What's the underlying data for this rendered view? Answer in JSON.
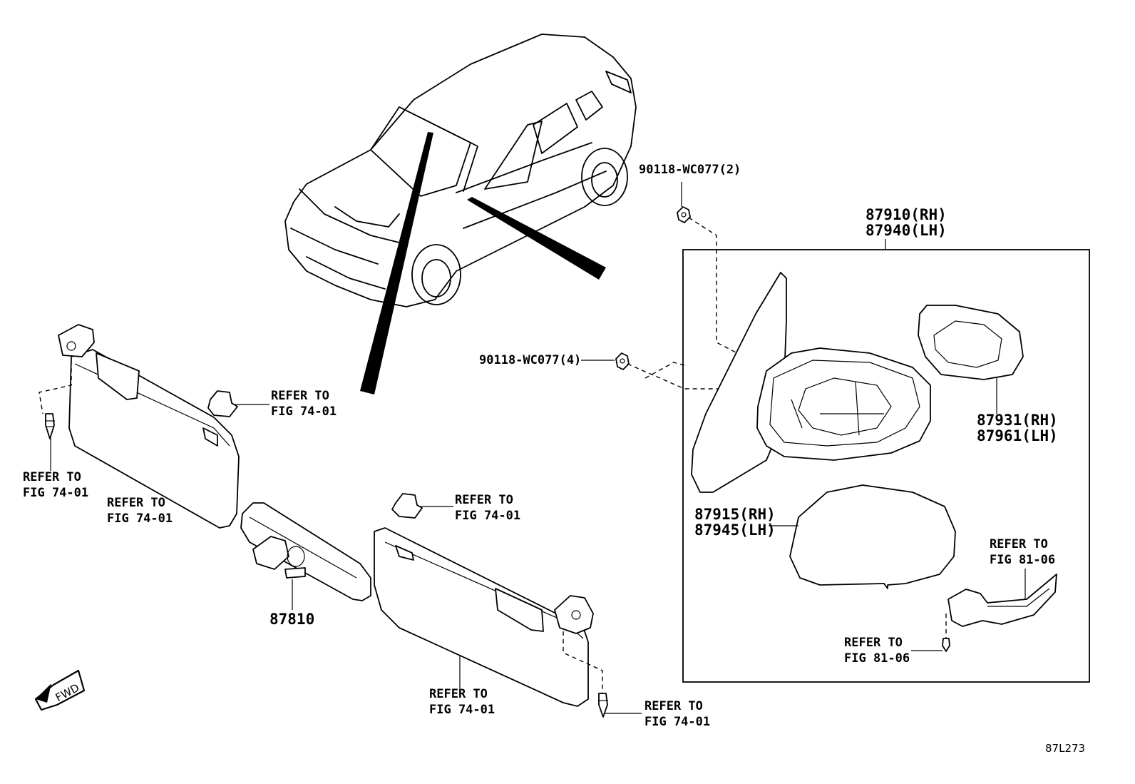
{
  "diagram": {
    "labels": {
      "nut_top": "90118-WC077(2)",
      "nut_mid": "90118-WC077(4)",
      "mirror_assy_rh": "87910(RH)",
      "mirror_assy_lh": "87940(LH)",
      "mirror_glass_rh": "87931(RH)",
      "mirror_glass_lh": "87961(LH)",
      "mirror_cover_rh": "87915(RH)",
      "mirror_cover_lh": "87945(LH)",
      "inner_mirror": "87810",
      "fwd": "FWD",
      "drawing_no": "87L273"
    },
    "refs": {
      "clip_left_1": "REFER TO",
      "clip_left_2": "FIG 74-01",
      "screw_left_1": "REFER TO",
      "screw_left_2": "FIG 74-01",
      "visor_left_1": "REFER TO",
      "visor_left_2": "FIG 74-01",
      "clip_right_1": "REFER TO",
      "clip_right_2": "FIG 74-01",
      "visor_right_1": "REFER TO",
      "visor_right_2": "FIG 74-01",
      "screw_right_1": "REFER TO",
      "screw_right_2": "FIG 74-01",
      "turn_signal_1": "REFER TO",
      "turn_signal_2": "FIG 81-06",
      "signal_screw_1": "REFER TO",
      "signal_screw_2": "FIG 81-06"
    }
  }
}
